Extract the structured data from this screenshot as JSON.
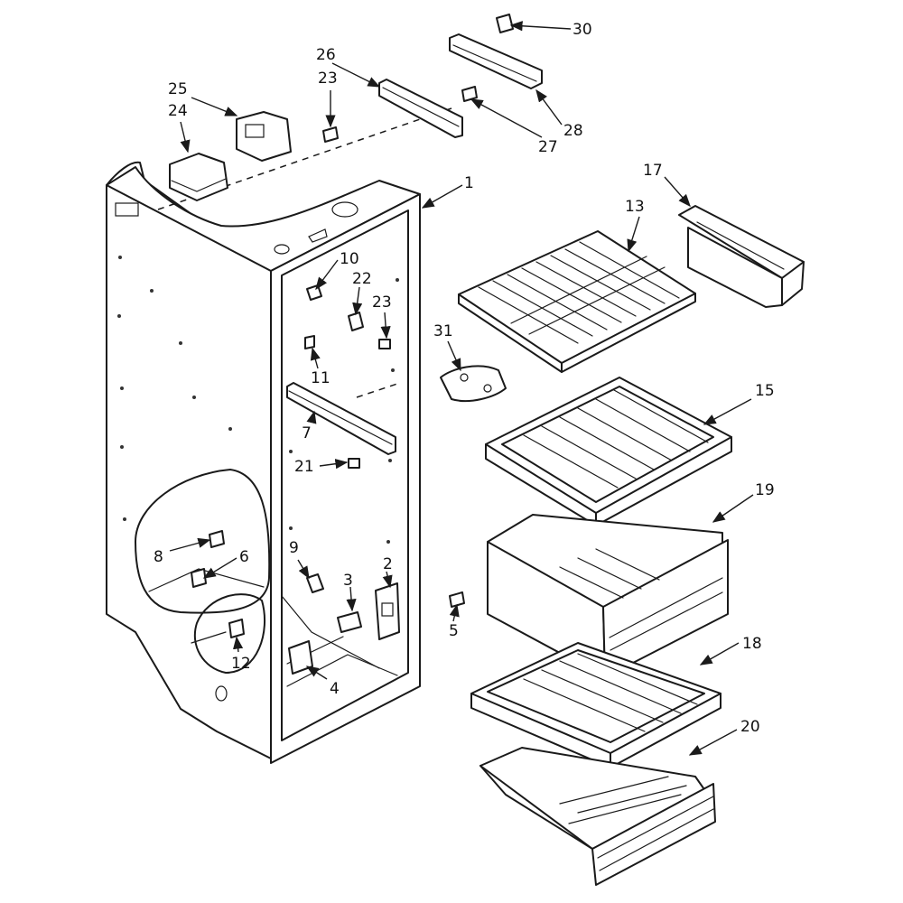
{
  "diagram": {
    "callouts": [
      {
        "id": "1",
        "text": "1"
      },
      {
        "id": "2",
        "text": "2"
      },
      {
        "id": "3",
        "text": "3"
      },
      {
        "id": "4",
        "text": "4"
      },
      {
        "id": "5",
        "text": "5"
      },
      {
        "id": "6",
        "text": "6"
      },
      {
        "id": "7",
        "text": "7"
      },
      {
        "id": "8",
        "text": "8"
      },
      {
        "id": "9",
        "text": "9"
      },
      {
        "id": "10",
        "text": "10"
      },
      {
        "id": "11",
        "text": "11"
      },
      {
        "id": "12",
        "text": "12"
      },
      {
        "id": "13",
        "text": "13"
      },
      {
        "id": "15",
        "text": "15"
      },
      {
        "id": "17",
        "text": "17"
      },
      {
        "id": "18",
        "text": "18"
      },
      {
        "id": "19",
        "text": "19"
      },
      {
        "id": "20",
        "text": "20"
      },
      {
        "id": "21",
        "text": "21"
      },
      {
        "id": "22",
        "text": "22"
      },
      {
        "id": "23a",
        "text": "23"
      },
      {
        "id": "23b",
        "text": "23"
      },
      {
        "id": "24",
        "text": "24"
      },
      {
        "id": "25",
        "text": "25"
      },
      {
        "id": "26",
        "text": "26"
      },
      {
        "id": "27",
        "text": "27"
      },
      {
        "id": "28",
        "text": "28"
      },
      {
        "id": "30",
        "text": "30"
      },
      {
        "id": "31",
        "text": "31"
      }
    ]
  }
}
